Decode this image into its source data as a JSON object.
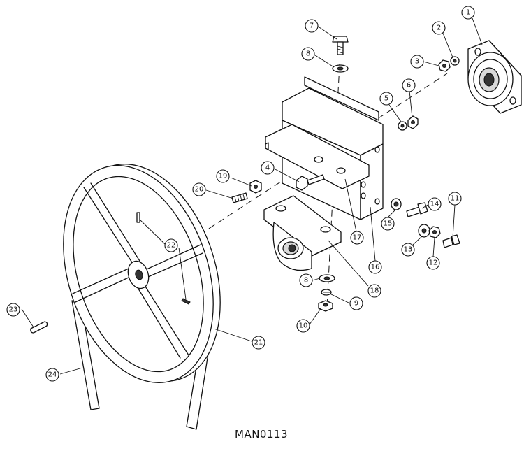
{
  "drawing_id": "MAN0113",
  "parts": [
    {
      "callout": "1",
      "part": "flange-bearing"
    },
    {
      "callout": "2",
      "part": "lock-washer"
    },
    {
      "callout": "3",
      "part": "nut"
    },
    {
      "callout": "4",
      "part": "bolt"
    },
    {
      "callout": "5",
      "part": "washer"
    },
    {
      "callout": "6",
      "part": "nut"
    },
    {
      "callout": "7",
      "part": "bolt"
    },
    {
      "callout": "8",
      "part": "washer"
    },
    {
      "callout": "9",
      "part": "lock-washer"
    },
    {
      "callout": "10",
      "part": "nut"
    },
    {
      "callout": "11",
      "part": "bolt"
    },
    {
      "callout": "12",
      "part": "nut"
    },
    {
      "callout": "13",
      "part": "washer"
    },
    {
      "callout": "14",
      "part": "bolt"
    },
    {
      "callout": "15",
      "part": "washer"
    },
    {
      "callout": "16",
      "part": "bracket"
    },
    {
      "callout": "17",
      "part": "bracket"
    },
    {
      "callout": "18",
      "part": "pillow-block-bearing"
    },
    {
      "callout": "19",
      "part": "nut"
    },
    {
      "callout": "20",
      "part": "set-screw"
    },
    {
      "callout": "21",
      "part": "wheel"
    },
    {
      "callout": "22",
      "part": "pin"
    },
    {
      "callout": "23",
      "part": "key"
    },
    {
      "callout": "24",
      "part": "belt"
    }
  ]
}
